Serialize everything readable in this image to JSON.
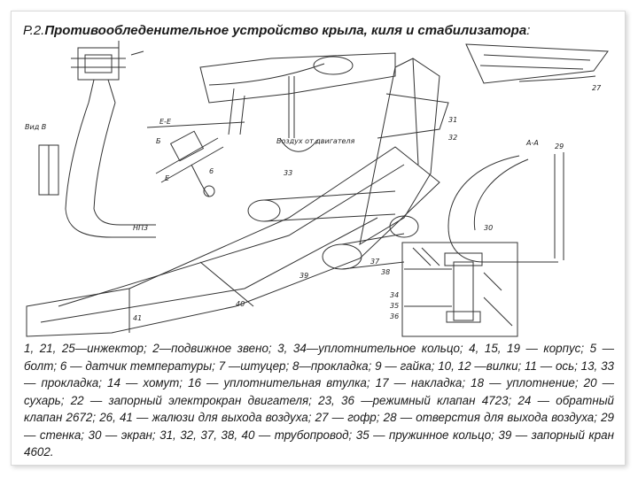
{
  "slide": {
    "title_prefix": "Р.2.",
    "title_bold": "Противообледенительное устройство крыла, киля и стабилизатора",
    "title_suffix": ":",
    "caption": "1, 21, 25—инжектор; 2—подвижное звено; 3, 34—уплотнительное кольцо; 4, 15, 19 — корпус; 5 — болт; 6 — датчик температуры; 7 —штуцер; 8—прокладка; 9 — гайка; 10, 12 —вилки; 11 — ось; 13, 33 — прокладка; 14 — хомут; 16 — уплотнительная втулка; 17 — накладка; 18 — уплотнение; 20 —сухарь; 22 — запорный электрокран двигателя; 23, 36 —режимный клапан 4723; 24 — обратный клапан 2672; 26, 41 — жалюзи для выхода воздуха; 27 — гофр; 28 — отверстия для выхода воздуха; 29 — стенка; 30 — экран; 31, 32, 37, 38, 40 — трубопровод; 35 — пружинное кольцо; 39 — запорный кран 4602."
  },
  "drawing_labels": {
    "view_b": "Вид В",
    "section_ee": "Е-Е",
    "section_aa": "А-А",
    "label_b": "Б",
    "label_e": "Е",
    "label_npz": "НП3",
    "air_from_engines": "Воздух от двигателя",
    "num_6": "6",
    "num_27": "27",
    "num_29": "29",
    "num_30": "30",
    "num_31": "31",
    "num_32": "32",
    "num_33": "33",
    "num_34": "34",
    "num_35": "35",
    "num_36": "36",
    "num_37": "37",
    "num_38": "38",
    "num_39": "39",
    "num_40": "40",
    "num_41": "41"
  }
}
